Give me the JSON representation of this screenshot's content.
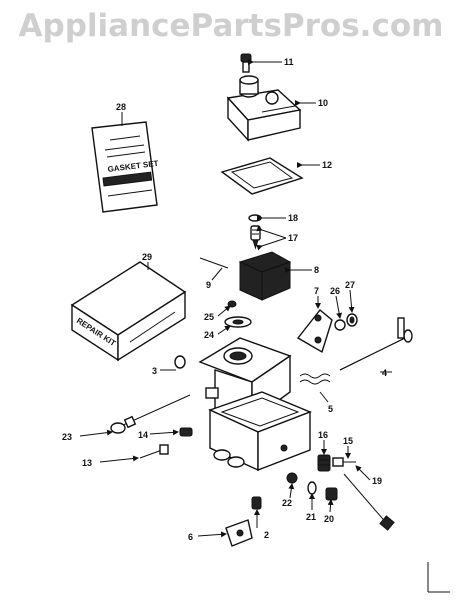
{
  "watermark": {
    "text": "AppliancePartsPros.com",
    "color": "#cfcfcf"
  },
  "gasket_card": {
    "title": "GASKET SET"
  },
  "repair_kit": {
    "label": "REPAIR KIT"
  },
  "callouts": {
    "c2": "2",
    "c3": "3",
    "c4": "4",
    "c5": "5",
    "c6": "6",
    "c7": "7",
    "c8": "8",
    "c9": "9",
    "c10": "10",
    "c11": "11",
    "c12": "12",
    "c13": "13",
    "c14": "14",
    "c15": "15",
    "c16": "16",
    "c17": "17",
    "c18": "18",
    "c19": "19",
    "c20": "20",
    "c21": "21",
    "c22": "22",
    "c23": "23",
    "c24": "24",
    "c25": "25",
    "c26": "26",
    "c27": "27",
    "c28": "28",
    "c29": "29"
  }
}
